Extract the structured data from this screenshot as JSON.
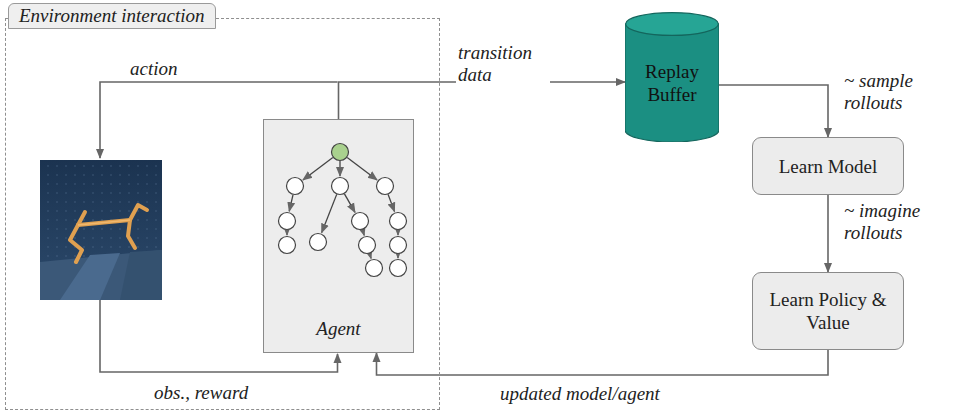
{
  "diagram": {
    "nodes": [
      {
        "text": [
          "Environment interaction"
        ]
      },
      {
        "text": [
          "Agent"
        ],
        "in": 0
      },
      {
        "text": [
          "Replay Buffer"
        ]
      },
      {
        "text": [
          "Learn Model"
        ]
      },
      {
        "text": [
          "Learn Policy & Value"
        ]
      }
    ],
    "edges": [
      {
        "from": 1,
        "to": 2,
        "label": "transition data",
        "arrow": "to"
      },
      {
        "from": 2,
        "to": 3,
        "label": "~ sample rollouts",
        "arrow": "to"
      },
      {
        "from": 3,
        "to": 4,
        "label": "~ imagine rollouts",
        "arrow": "to"
      },
      {
        "from": 4,
        "to": 1,
        "label": "updated model/agent",
        "arrow": "to"
      }
    ],
    "labels": [
      "action",
      "obs., reward"
    ]
  }
}
